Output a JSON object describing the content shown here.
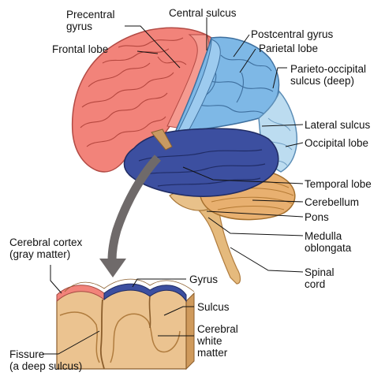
{
  "labels": {
    "precentral_gyrus": [
      "Precentral",
      "gyrus"
    ],
    "frontal_lobe": "Frontal lobe",
    "central_sulcus": "Central sulcus",
    "postcentral_gyrus": "Postcentral gyrus",
    "parietal_lobe": "Parietal lobe",
    "parieto_occipital_sulcus": [
      "Parieto-occipital",
      "sulcus (deep)"
    ],
    "lateral_sulcus": "Lateral sulcus",
    "occipital_lobe": "Occipital lobe",
    "temporal_lobe": "Temporal lobe",
    "cerebellum": "Cerebellum",
    "pons": "Pons",
    "medulla_oblongata": [
      "Medulla",
      "oblongata"
    ],
    "spinal_cord": [
      "Spinal",
      "cord"
    ],
    "cerebral_cortex": [
      "Cerebral cortex",
      "(gray matter)"
    ],
    "gyrus": "Gyrus",
    "sulcus": "Sulcus",
    "cerebral_white_matter": [
      "Cerebral",
      "white",
      "matter"
    ],
    "fissure": [
      "Fissure",
      "(a deep sulcus)"
    ]
  },
  "colors": {
    "frontal": "#f2837a",
    "parietal": "#7eb8e6",
    "occipital": "#bcdcf0",
    "temporal": "#3c4fa0",
    "cerebellum": "#e8b070",
    "brainstem": "#e5ba7d",
    "white_matter": "#ebc390",
    "arrow": "#6f6a6a"
  }
}
